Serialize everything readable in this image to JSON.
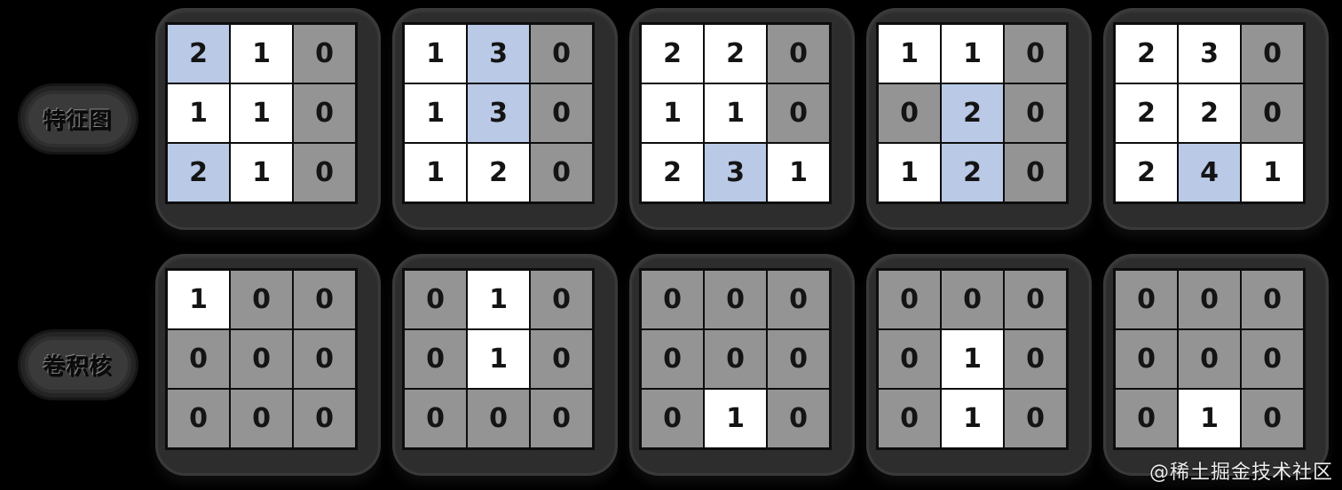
{
  "labels": {
    "feature_map": "特征图",
    "kernel": "卷积核"
  },
  "watermark": "@稀土掘金技术社区",
  "colors": {
    "cell_white": "#ffffff",
    "cell_gray": "#949494",
    "cell_blue": "#b9c9e6",
    "card_background": "#2d2d2d",
    "page_background": "#000000"
  },
  "rows": [
    {
      "id": "feature-map",
      "label": "特征图",
      "grids": [
        {
          "cells": [
            [
              {
                "v": "2",
                "c": "blue"
              },
              {
                "v": "1",
                "c": "white"
              },
              {
                "v": "0",
                "c": "gray"
              }
            ],
            [
              {
                "v": "1",
                "c": "white"
              },
              {
                "v": "1",
                "c": "white"
              },
              {
                "v": "0",
                "c": "gray"
              }
            ],
            [
              {
                "v": "2",
                "c": "blue"
              },
              {
                "v": "1",
                "c": "white"
              },
              {
                "v": "0",
                "c": "gray"
              }
            ]
          ]
        },
        {
          "cells": [
            [
              {
                "v": "1",
                "c": "white"
              },
              {
                "v": "3",
                "c": "blue"
              },
              {
                "v": "0",
                "c": "gray"
              }
            ],
            [
              {
                "v": "1",
                "c": "white"
              },
              {
                "v": "3",
                "c": "blue"
              },
              {
                "v": "0",
                "c": "gray"
              }
            ],
            [
              {
                "v": "1",
                "c": "white"
              },
              {
                "v": "2",
                "c": "white"
              },
              {
                "v": "0",
                "c": "gray"
              }
            ]
          ]
        },
        {
          "cells": [
            [
              {
                "v": "2",
                "c": "white"
              },
              {
                "v": "2",
                "c": "white"
              },
              {
                "v": "0",
                "c": "gray"
              }
            ],
            [
              {
                "v": "1",
                "c": "white"
              },
              {
                "v": "1",
                "c": "white"
              },
              {
                "v": "0",
                "c": "gray"
              }
            ],
            [
              {
                "v": "2",
                "c": "white"
              },
              {
                "v": "3",
                "c": "blue"
              },
              {
                "v": "1",
                "c": "white"
              }
            ]
          ]
        },
        {
          "cells": [
            [
              {
                "v": "1",
                "c": "white"
              },
              {
                "v": "1",
                "c": "white"
              },
              {
                "v": "0",
                "c": "gray"
              }
            ],
            [
              {
                "v": "0",
                "c": "gray"
              },
              {
                "v": "2",
                "c": "blue"
              },
              {
                "v": "0",
                "c": "gray"
              }
            ],
            [
              {
                "v": "1",
                "c": "white"
              },
              {
                "v": "2",
                "c": "blue"
              },
              {
                "v": "0",
                "c": "gray"
              }
            ]
          ]
        },
        {
          "cells": [
            [
              {
                "v": "2",
                "c": "white"
              },
              {
                "v": "3",
                "c": "white"
              },
              {
                "v": "0",
                "c": "gray"
              }
            ],
            [
              {
                "v": "2",
                "c": "white"
              },
              {
                "v": "2",
                "c": "white"
              },
              {
                "v": "0",
                "c": "gray"
              }
            ],
            [
              {
                "v": "2",
                "c": "white"
              },
              {
                "v": "4",
                "c": "blue"
              },
              {
                "v": "1",
                "c": "white"
              }
            ]
          ]
        }
      ]
    },
    {
      "id": "kernel",
      "label": "卷积核",
      "grids": [
        {
          "cells": [
            [
              {
                "v": "1",
                "c": "white"
              },
              {
                "v": "0",
                "c": "gray"
              },
              {
                "v": "0",
                "c": "gray"
              }
            ],
            [
              {
                "v": "0",
                "c": "gray"
              },
              {
                "v": "0",
                "c": "gray"
              },
              {
                "v": "0",
                "c": "gray"
              }
            ],
            [
              {
                "v": "0",
                "c": "gray"
              },
              {
                "v": "0",
                "c": "gray"
              },
              {
                "v": "0",
                "c": "gray"
              }
            ]
          ]
        },
        {
          "cells": [
            [
              {
                "v": "0",
                "c": "gray"
              },
              {
                "v": "1",
                "c": "white"
              },
              {
                "v": "0",
                "c": "gray"
              }
            ],
            [
              {
                "v": "0",
                "c": "gray"
              },
              {
                "v": "1",
                "c": "white"
              },
              {
                "v": "0",
                "c": "gray"
              }
            ],
            [
              {
                "v": "0",
                "c": "gray"
              },
              {
                "v": "0",
                "c": "gray"
              },
              {
                "v": "0",
                "c": "gray"
              }
            ]
          ]
        },
        {
          "cells": [
            [
              {
                "v": "0",
                "c": "gray"
              },
              {
                "v": "0",
                "c": "gray"
              },
              {
                "v": "0",
                "c": "gray"
              }
            ],
            [
              {
                "v": "0",
                "c": "gray"
              },
              {
                "v": "0",
                "c": "gray"
              },
              {
                "v": "0",
                "c": "gray"
              }
            ],
            [
              {
                "v": "0",
                "c": "gray"
              },
              {
                "v": "1",
                "c": "white"
              },
              {
                "v": "0",
                "c": "gray"
              }
            ]
          ]
        },
        {
          "cells": [
            [
              {
                "v": "0",
                "c": "gray"
              },
              {
                "v": "0",
                "c": "gray"
              },
              {
                "v": "0",
                "c": "gray"
              }
            ],
            [
              {
                "v": "0",
                "c": "gray"
              },
              {
                "v": "1",
                "c": "white"
              },
              {
                "v": "0",
                "c": "gray"
              }
            ],
            [
              {
                "v": "0",
                "c": "gray"
              },
              {
                "v": "1",
                "c": "white"
              },
              {
                "v": "0",
                "c": "gray"
              }
            ]
          ]
        },
        {
          "cells": [
            [
              {
                "v": "0",
                "c": "gray"
              },
              {
                "v": "0",
                "c": "gray"
              },
              {
                "v": "0",
                "c": "gray"
              }
            ],
            [
              {
                "v": "0",
                "c": "gray"
              },
              {
                "v": "0",
                "c": "gray"
              },
              {
                "v": "0",
                "c": "gray"
              }
            ],
            [
              {
                "v": "0",
                "c": "gray"
              },
              {
                "v": "1",
                "c": "white"
              },
              {
                "v": "0",
                "c": "gray"
              }
            ]
          ]
        }
      ]
    }
  ]
}
